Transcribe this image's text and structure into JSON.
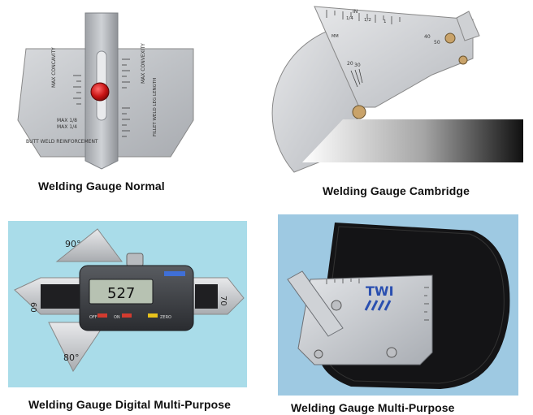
{
  "panels": [
    {
      "caption": "Welding Gauge Normal",
      "scale_labels": [
        "MAX CONCAVITY",
        "MAX CONVEXITY",
        "BUTT WELD REINFORCEMENT",
        "FILLET WELD LEG LENGTH",
        "MAX 1/8",
        "MAX 1/4"
      ]
    },
    {
      "caption": "Welding Gauge Cambridge",
      "scale_labels": [
        "IN",
        "MM",
        "20",
        "30",
        "40",
        "50",
        "1/4",
        "1/2",
        "1"
      ]
    },
    {
      "caption": "Welding Gauge Digital Multi-Purpose",
      "display_value": "527",
      "angle_labels": [
        "90°",
        "60",
        "70",
        "80°"
      ],
      "button_labels": [
        "OFF",
        "ON",
        "ZERO"
      ]
    },
    {
      "caption": "Welding Gauge Multi-Purpose",
      "logo_text": "TWI"
    }
  ]
}
